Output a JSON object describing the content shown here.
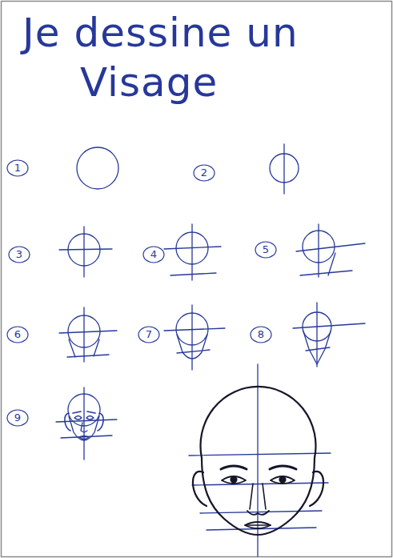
{
  "diagram": {
    "title": "Je dessine un Visage",
    "nodes": [
      {
        "text": [
          "1"
        ]
      },
      {
        "text": [
          "2"
        ]
      },
      {
        "text": [
          "3"
        ]
      },
      {
        "text": [
          "4"
        ]
      },
      {
        "text": [
          "5"
        ]
      },
      {
        "text": [
          "6"
        ]
      },
      {
        "text": [
          "7"
        ]
      },
      {
        "text": [
          "8"
        ]
      },
      {
        "text": [
          "9"
        ]
      }
    ]
  }
}
